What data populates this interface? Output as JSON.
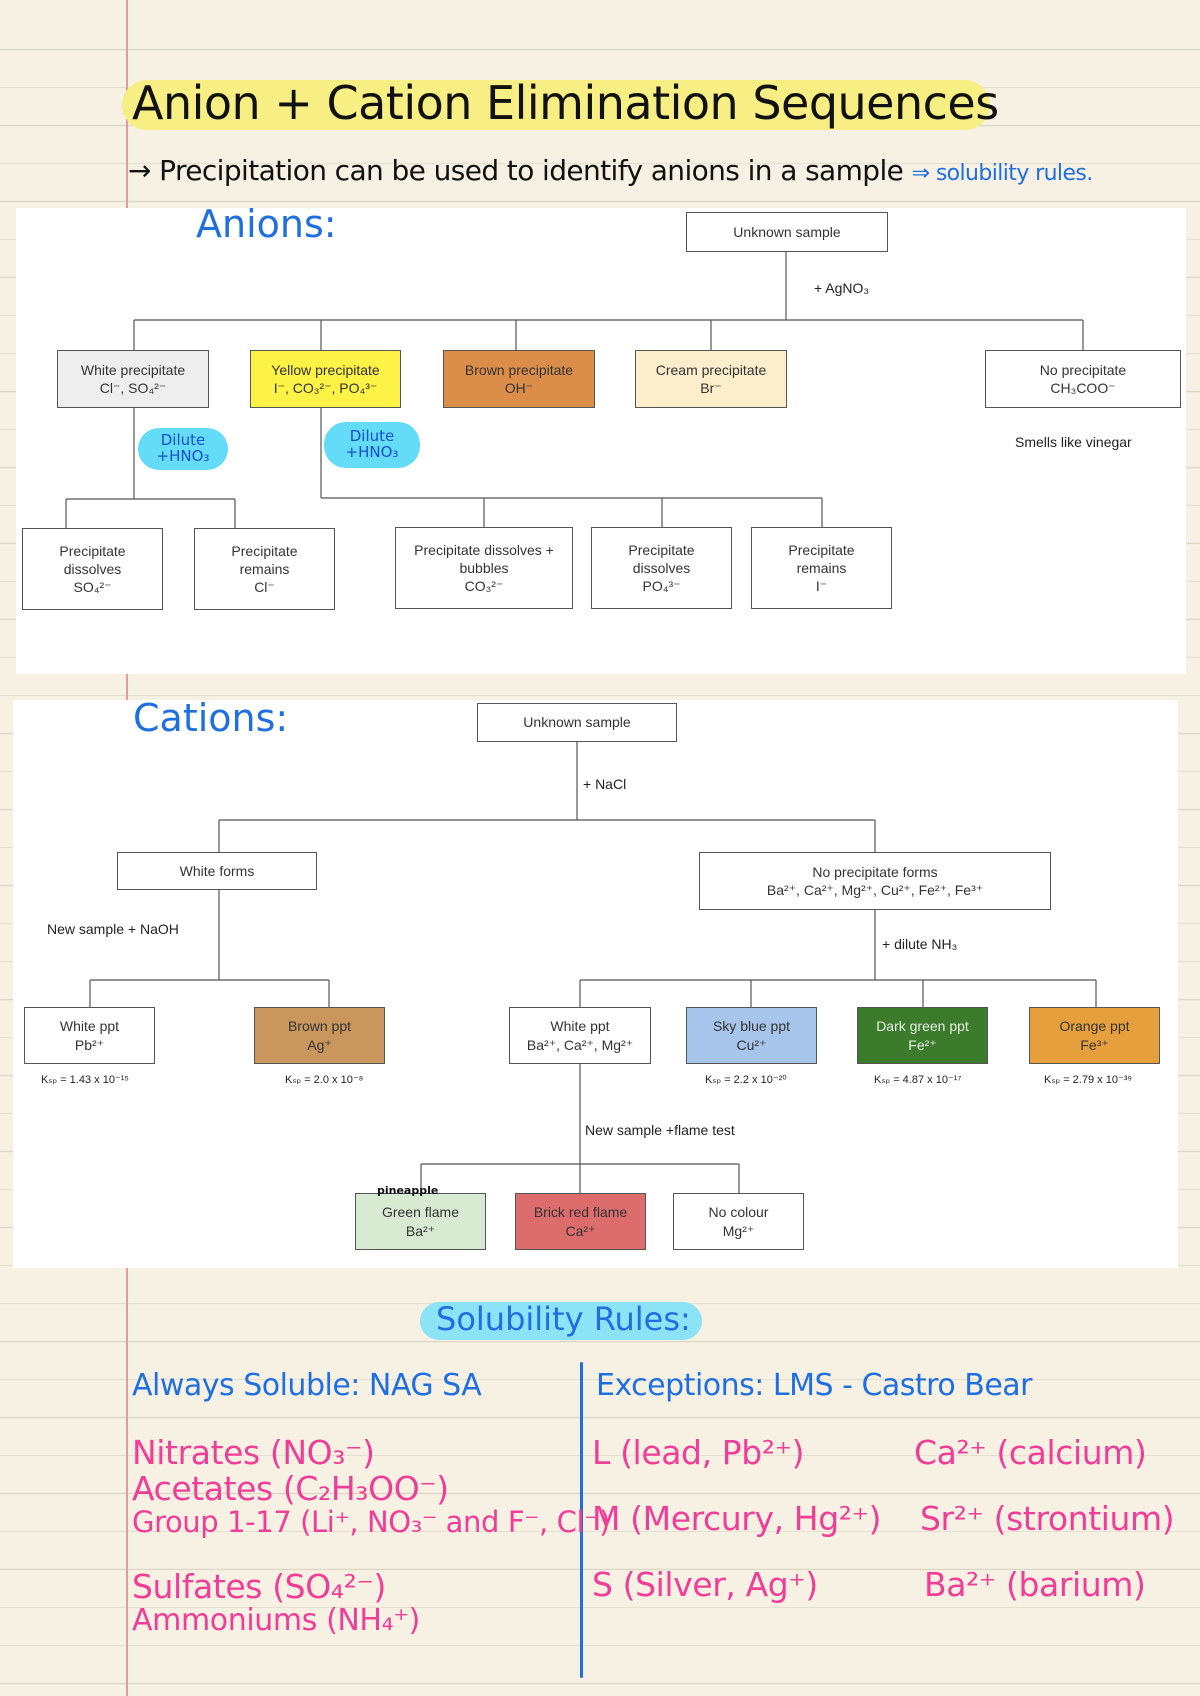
{
  "title": "Anion + Cation Elimination Sequences",
  "subtitle": "→ Precipitation can be used to identify anions in a sample",
  "subtitle_note": "⇒ solubility rules.",
  "anions": {
    "heading": "Anions:",
    "root": "Unknown sample",
    "reagent": "+ AgNO₃",
    "level1": [
      {
        "l1": "White precipitate",
        "l2": "Cl⁻, SO₄²⁻"
      },
      {
        "l1": "Yellow precipitate",
        "l2": "I⁻, CO₃²⁻, PO₄³⁻"
      },
      {
        "l1": "Brown precipitate",
        "l2": "OH⁻"
      },
      {
        "l1": "Cream precipitate",
        "l2": "Br⁻"
      },
      {
        "l1": "No precipitate",
        "l2": "CH₃COO⁻"
      }
    ],
    "vinegar_note": "Smells like vinegar",
    "pill_1": {
      "l1": "Dilute",
      "l2": "+HNO₃"
    },
    "pill_2": {
      "l1": "Dilute",
      "l2": "+HNO₃"
    },
    "level2": [
      {
        "l1": "Precipitate",
        "l2": "dissolves",
        "l3": "SO₄²⁻"
      },
      {
        "l1": "Precipitate",
        "l2": "remains",
        "l3": "Cl⁻"
      },
      {
        "l1": "Precipitate dissolves +",
        "l2": "bubbles",
        "l3": "CO₃²⁻"
      },
      {
        "l1": "Precipitate",
        "l2": "dissolves",
        "l3": "PO₄³⁻"
      },
      {
        "l1": "Precipitate",
        "l2": "remains",
        "l3": "I⁻"
      }
    ]
  },
  "cations": {
    "heading": "Cations:",
    "root": "Unknown sample",
    "reagent": "+ NaCl",
    "white_forms": "White forms",
    "no_ppt": {
      "l1": "No precipitate forms",
      "l2": "Ba²⁺, Ca²⁺, Mg²⁺, Cu²⁺, Fe²⁺, Fe³⁺"
    },
    "naoh_label": "New sample + NaOH",
    "nh3_label": "+ dilute NH₃",
    "level2": [
      {
        "l1": "White ppt",
        "l2": "Pb²⁺",
        "ksp": "Kₛₚ = 1.43 x 10⁻¹⁵",
        "color": "#ffffff"
      },
      {
        "l1": "Brown ppt",
        "l2": "Ag⁺",
        "ksp": "Kₛₚ = 2.0 x 10⁻⁸",
        "color": "#c9975d"
      },
      {
        "l1": "White ppt",
        "l2": "Ba²⁺, Ca²⁺, Mg²⁺",
        "ksp": "",
        "color": "#ffffff"
      },
      {
        "l1": "Sky blue ppt",
        "l2": "Cu²⁺",
        "ksp": "Kₛₚ = 2.2 x 10⁻²⁰",
        "color": "#a7c4ea"
      },
      {
        "l1": "Dark green ppt",
        "l2": "Fe²⁺",
        "ksp": "Kₛₚ = 4.87 x 10⁻¹⁷",
        "color": "#3c7a2c"
      },
      {
        "l1": "Orange ppt",
        "l2": "Fe³⁺",
        "ksp": "Kₛₚ = 2.79 x 10⁻³⁹",
        "color": "#e5a03d"
      }
    ],
    "flame_label": "New sample +flame test",
    "level3": [
      {
        "l1": "Green flame",
        "l2": "Ba²⁺",
        "color": "#d9ead3"
      },
      {
        "l1": "Brick red flame",
        "l2": "Ca²⁺",
        "color": "#dd6c6c"
      },
      {
        "l1": "No colour",
        "l2": "Mg²⁺",
        "color": "#ffffff"
      }
    ],
    "scribble": "pineapple"
  },
  "solubility": {
    "title": "Solubility Rules:",
    "always_head": "Always Soluble: NAG SA",
    "exceptions_head": "Exceptions: LMS - Castro Bear",
    "always": [
      "Nitrates  (NO₃⁻)",
      "Acetates  (C₂H₃OO⁻)",
      "Group 1-17  (Li⁺, NO₃⁻ and F⁻, Cl⁻)",
      "Sulfates  (SO₄²⁻)",
      "Ammoniums  (NH₄⁺)"
    ],
    "exceptions": [
      "L (lead, Pb²⁺)",
      "M (Mercury, Hg²⁺)",
      "S (Silver, Ag⁺)"
    ],
    "castro": [
      "Ca²⁺ (calcium)",
      "Sr²⁺ (strontium)",
      "Ba²⁺ (barium)"
    ]
  }
}
